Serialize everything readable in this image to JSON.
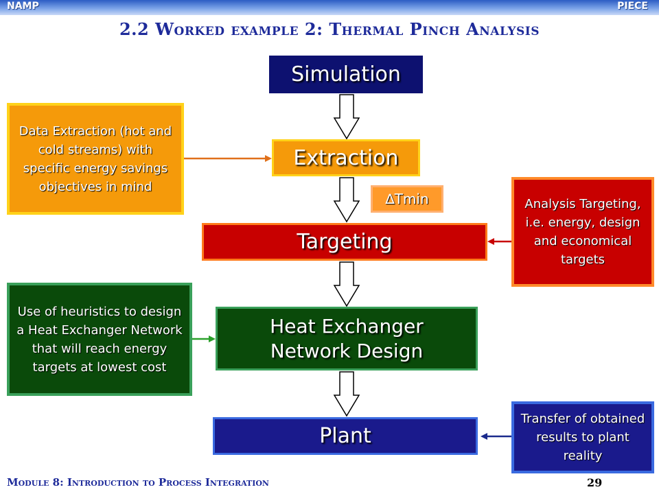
{
  "header": {
    "left_label": "NAMP",
    "right_label": "PIECE"
  },
  "title": "2.2 Worked example 2: Thermal Pinch Analysis",
  "flow": {
    "simulation": "Simulation",
    "extraction": "Extraction",
    "targeting": "Targeting",
    "hen_design": "Heat Exchanger Network Design",
    "plant": "Plant"
  },
  "dtmin": "∆Tmin",
  "notes": {
    "data_extraction": "Data Extraction (hot and cold streams) with specific energy savings objectives in mind",
    "analysis": "Analysis Targeting, i.e. energy, design and economical targets",
    "heuristics": "Use of heuristics to design a Heat Exchanger Network that will reach energy targets at lowest cost",
    "transfer": "Transfer of obtained results to plant reality"
  },
  "footer": {
    "module": "Module 8: Introduction to Process Integration",
    "page_number": "29"
  },
  "colors": {
    "navy": "#0d1170",
    "orange": "#f59a0a",
    "red": "#c80000",
    "green": "#0a4a0a",
    "blue": "#1a1a8c",
    "title_blue": "#1e2b9a"
  }
}
